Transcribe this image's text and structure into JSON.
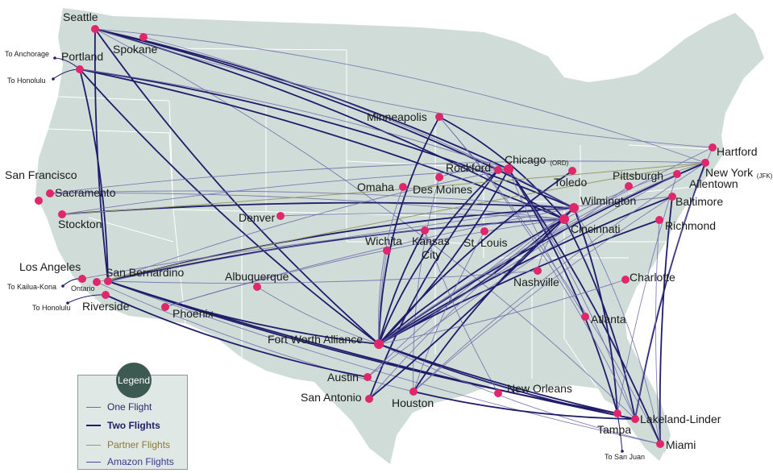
{
  "colors": {
    "land": "#cfdcd8",
    "state_border": "#ffffff",
    "one_flight": "#6e6aa8",
    "two_flights": "#1f1c6b",
    "partner": "#9a9a6a",
    "amazon": "#4a4aa0",
    "city_dot": "#e0276b"
  },
  "cities": [
    {
      "id": "seattle",
      "name": "Seattle"
    },
    {
      "id": "spokane",
      "name": "Spokane"
    },
    {
      "id": "portland",
      "name": "Portland"
    },
    {
      "id": "san_francisco",
      "name": "San Francisco"
    },
    {
      "id": "sacramento",
      "name": "Sacramento"
    },
    {
      "id": "stockton",
      "name": "Stockton"
    },
    {
      "id": "los_angeles",
      "name": "Los Angeles"
    },
    {
      "id": "ontario",
      "name": "Ontario"
    },
    {
      "id": "san_bernardino",
      "name": "San Bernardino"
    },
    {
      "id": "riverside",
      "name": "Riverside"
    },
    {
      "id": "phoenix",
      "name": "Phoenix"
    },
    {
      "id": "albuquerque",
      "name": "Albuquerque"
    },
    {
      "id": "denver",
      "name": "Denver"
    },
    {
      "id": "minneapolis",
      "name": "Minneapolis"
    },
    {
      "id": "omaha",
      "name": "Omaha"
    },
    {
      "id": "des_moines",
      "name": "Des Moines"
    },
    {
      "id": "rockford",
      "name": "Rockford"
    },
    {
      "id": "chicago",
      "name": "Chicago",
      "sub": "(ORD)"
    },
    {
      "id": "toledo",
      "name": "Toledo"
    },
    {
      "id": "wichita",
      "name": "Wichita"
    },
    {
      "id": "kansas_city",
      "name": "Kansas City"
    },
    {
      "id": "st_louis",
      "name": "St. Louis"
    },
    {
      "id": "cincinnati",
      "name": "Cincinnati"
    },
    {
      "id": "wilmington",
      "name": "Wilmington"
    },
    {
      "id": "pittsburgh",
      "name": "Pittsburgh"
    },
    {
      "id": "allentown",
      "name": "Allentown"
    },
    {
      "id": "new_york",
      "name": "New York",
      "sub": "(JFK)"
    },
    {
      "id": "hartford",
      "name": "Hartford"
    },
    {
      "id": "baltimore",
      "name": "Baltimore"
    },
    {
      "id": "richmond",
      "name": "Richmond"
    },
    {
      "id": "charlotte",
      "name": "Charlotte"
    },
    {
      "id": "nashville",
      "name": "Nashville"
    },
    {
      "id": "atlanta",
      "name": "Atlanta"
    },
    {
      "id": "fort_worth",
      "name": "Fort Worth Alliance"
    },
    {
      "id": "austin",
      "name": "Austin"
    },
    {
      "id": "san_antonio",
      "name": "San Antonio"
    },
    {
      "id": "houston",
      "name": "Houston"
    },
    {
      "id": "new_orleans",
      "name": "New Orleans"
    },
    {
      "id": "tampa",
      "name": "Tampa"
    },
    {
      "id": "lakeland",
      "name": "Lakeland-Linder"
    },
    {
      "id": "miami",
      "name": "Miami"
    }
  ],
  "external_destinations": [
    "To Anchorage",
    "To Honolulu",
    "To Kailua-Kona",
    "To Honolulu",
    "To San Juan"
  ],
  "legend": {
    "title": "Legend",
    "items": [
      {
        "label": "One Flight",
        "type": "one_flight"
      },
      {
        "label": "Two Flights",
        "type": "two_flights"
      },
      {
        "label": "Partner Flights",
        "type": "partner"
      },
      {
        "label": "Amazon Flights",
        "type": "amazon"
      }
    ]
  }
}
